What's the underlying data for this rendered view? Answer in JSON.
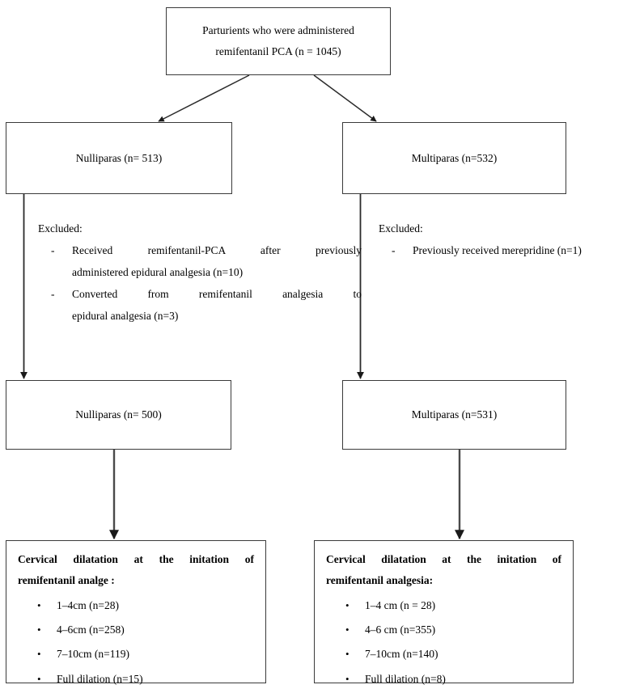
{
  "diagram": {
    "title": "Participant flow diagram for remifentanil PCA study",
    "stroke_color": "#3a3a3a",
    "background_color": "#ffffff",
    "nodes": {
      "root": {
        "line1": "Parturients who were administered",
        "line2": "remifentanil PCA (n = 1045)"
      },
      "nulliparas_initial": {
        "label": "Nulliparas (n= 513)"
      },
      "multiparas_initial": {
        "label": "Multiparas (n=532)"
      },
      "nulliparas_final": {
        "label": "Nulliparas (n= 500)"
      },
      "multiparas_final": {
        "label": "Multiparas (n=531)"
      },
      "nulliparas_outcome": {
        "heading_line1": "Cervical dilatation at the initation of",
        "heading_line2": "remifentanil analge :",
        "bullets": [
          "1–4cm (n=28)",
          "4–6cm (n=258)",
          "7–10cm (n=119)",
          "Full dilation (n=15)"
        ]
      },
      "multiparas_outcome": {
        "heading_line1": "Cervical dilatation at the initation of",
        "heading_line2": "remifentanil analgesia:",
        "bullets": [
          "1–4 cm (n = 28)",
          "4–6 cm (n=355)",
          "7–10cm (n=140)",
          "Full dilation (n=8)"
        ]
      }
    },
    "exclusions": {
      "left": {
        "title": "Excluded:",
        "items": [
          {
            "line1": "Received remifentanil-PCA after previously",
            "line2": "administered epidural analgesia (n=10)"
          },
          {
            "line1": "Converted from remifentanil analgesia to",
            "line2": "epidural analgesia (n=3)"
          }
        ]
      },
      "right": {
        "title": "Excluded:",
        "items": [
          {
            "line1": "Previously received merepridine (n=1)",
            "line2": ""
          }
        ]
      }
    }
  }
}
